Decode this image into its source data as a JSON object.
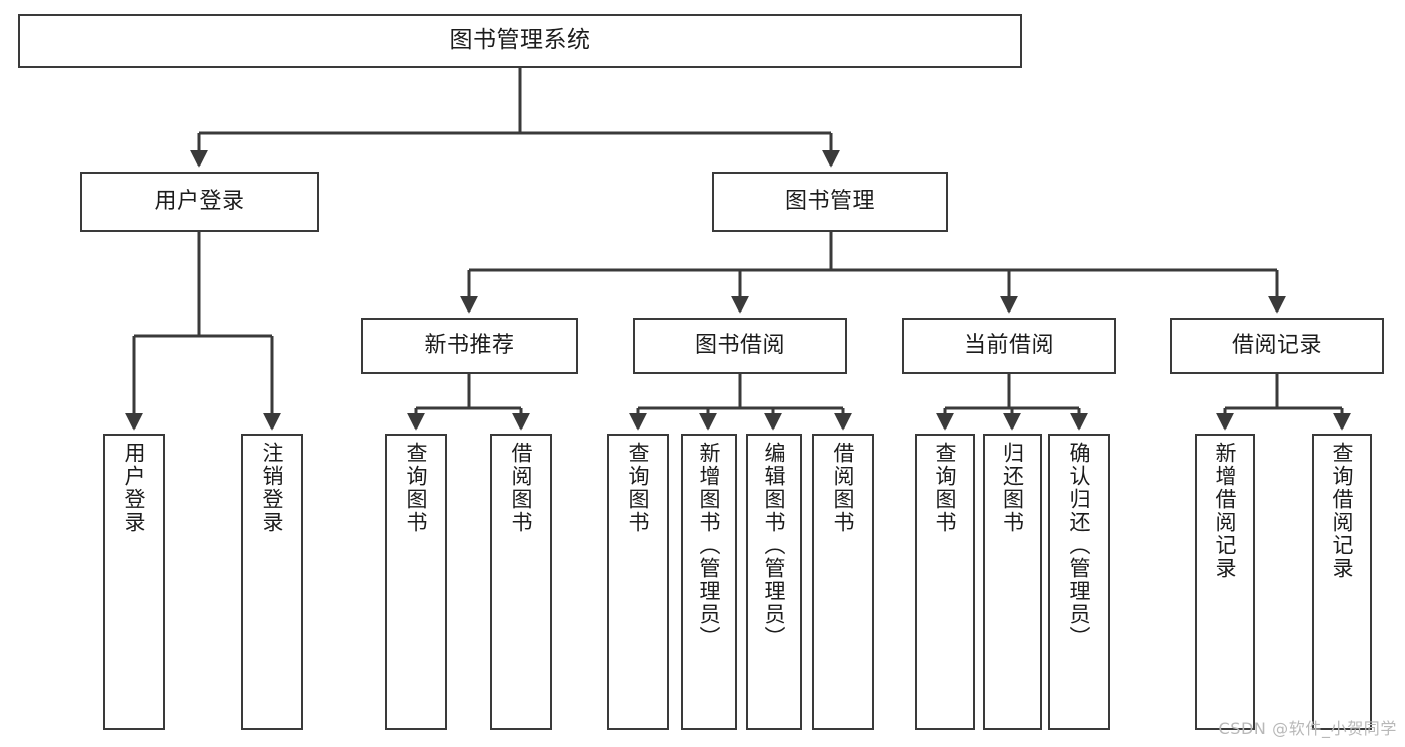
{
  "diagram": {
    "title": "图书管理系统",
    "watermark": "CSDN @软件_小贺同学",
    "colors": {
      "stroke": "#3a3a3a",
      "fill": "#ffffff",
      "text": "#1c1c1c",
      "watermark": "#b8b8b8"
    },
    "levels": {
      "root": {
        "label": "图书管理系统"
      },
      "level2": [
        {
          "id": "user-login",
          "label": "用户登录"
        },
        {
          "id": "book-management",
          "label": "图书管理"
        }
      ],
      "level3": [
        {
          "id": "new-book-recommend",
          "label": "新书推荐"
        },
        {
          "id": "book-borrow",
          "label": "图书借阅"
        },
        {
          "id": "current-borrow",
          "label": "当前借阅"
        },
        {
          "id": "borrow-record",
          "label": "借阅记录"
        }
      ],
      "leaves": {
        "user_login": [
          {
            "id": "leaf-user-login",
            "label": "用户登录"
          },
          {
            "id": "leaf-user-logout",
            "label": "注销登录"
          }
        ],
        "new_book_recommend": [
          {
            "id": "leaf-query-book-1",
            "label": "查询图书"
          },
          {
            "id": "leaf-borrow-book-1",
            "label": "借阅图书"
          }
        ],
        "book_borrow": [
          {
            "id": "leaf-query-book-2",
            "label": "查询图书"
          },
          {
            "id": "leaf-add-book",
            "label": "新增图书（管理员）"
          },
          {
            "id": "leaf-edit-book",
            "label": "编辑图书（管理员）"
          },
          {
            "id": "leaf-borrow-book-2",
            "label": "借阅图书"
          }
        ],
        "current_borrow": [
          {
            "id": "leaf-query-book-3",
            "label": "查询图书"
          },
          {
            "id": "leaf-return-book",
            "label": "归还图书"
          },
          {
            "id": "leaf-confirm-return",
            "label": "确认归还（管理员）"
          }
        ],
        "borrow_record": [
          {
            "id": "leaf-add-record",
            "label": "新增借阅记录"
          },
          {
            "id": "leaf-query-record",
            "label": "查询借阅记录"
          }
        ]
      }
    }
  }
}
